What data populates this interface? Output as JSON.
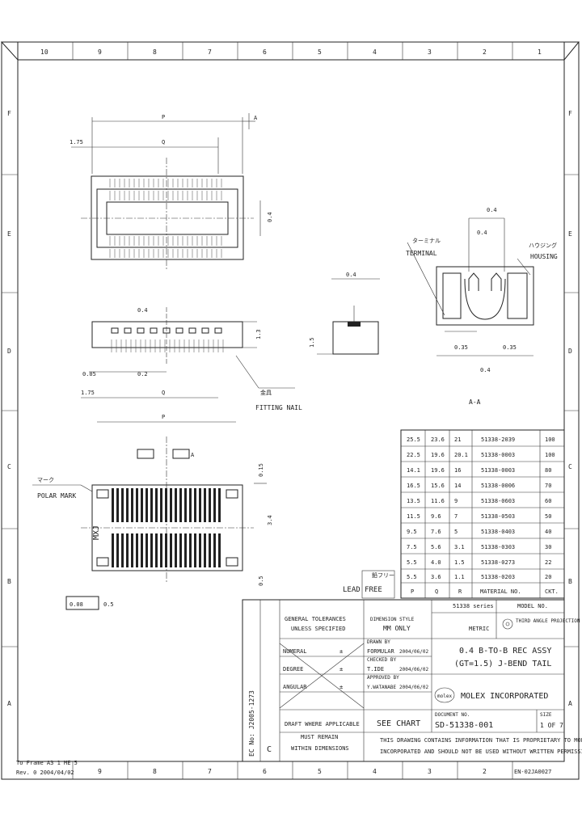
{
  "zones": {
    "columns": [
      "10",
      "9",
      "8",
      "7",
      "6",
      "5",
      "4",
      "3",
      "2",
      "1"
    ],
    "rows": [
      "F",
      "E",
      "D",
      "C",
      "B",
      "A"
    ]
  },
  "dims": {
    "top_p": "P",
    "top_q": "Q",
    "top_offset": "1.75",
    "top_width": "0.4",
    "side_pitch": "0.4",
    "side_pitch2": "0.2",
    "side_q": "Q",
    "side_offset": "0.05",
    "side_p": "P",
    "side_h": "1.3",
    "bot_tol": "0.15",
    "mid_height": "0.5",
    "mid_h2": "1.5",
    "mid_width": "3.4",
    "cs_width": "0.4",
    "cs_l1": "0.35",
    "cs_l2": "0.35",
    "cs_l3": "0.4",
    "flatness": "0.08"
  },
  "labels": {
    "view_a": "A",
    "section_a": "A-A",
    "fitting_nail_jp": "金具",
    "fitting_nail": "FITTING NAIL",
    "terminal_jp": "ターミナル",
    "terminal": "TERMINAL",
    "housing_jp": "ハウジング",
    "housing": "HOUSING",
    "mark_jp": "マーク",
    "polar_mark": "POLAR MARK",
    "lead_free_jp": "鉛フリー",
    "lead_free": "LEAD FREE",
    "molex_mark": "MXJ"
  },
  "table": {
    "header": [
      "P",
      "Q",
      "R",
      "MATERIAL NO.",
      "CKT."
    ],
    "rows": [
      [
        "25.5",
        "23.6",
        "21",
        "51338-2039",
        "100"
      ],
      [
        "22.5",
        "19.6",
        "20.1",
        "51338-0003",
        "100"
      ],
      [
        "14.1",
        "19.6",
        "16",
        "51338-0003",
        "80"
      ],
      [
        "16.5",
        "15.6",
        "14",
        "51338-0006",
        "70"
      ],
      [
        "13.5",
        "11.6",
        "9",
        "51338-0603",
        "60"
      ],
      [
        "11.5",
        "9.6",
        "7",
        "51338-0503",
        "50"
      ],
      [
        "9.5",
        "7.6",
        "5",
        "51338-0403",
        "40"
      ],
      [
        "7.5",
        "5.6",
        "3.1",
        "51338-0303",
        "30"
      ],
      [
        "5.5",
        "4.0",
        "1.5",
        "51338-0273",
        "22"
      ],
      [
        "5.5",
        "3.6",
        "1.1",
        "51338-0203",
        "20"
      ]
    ]
  },
  "title_block": {
    "tolerance_title": "GENERAL TOLERANCES",
    "tolerance_sub": "UNLESS SPECIFIED",
    "dim_style_label": "DIMENSION STYLE",
    "dim_style": "MM ONLY",
    "tol_rows": [
      {
        "label": "NUMERAL",
        "sym": "±"
      },
      {
        "label": "DEGREE",
        "sym": "±"
      },
      {
        "label": "ANGULAR",
        "sym": "±"
      }
    ],
    "drawn_by_label": "DRAWN BY",
    "drawn_by": "FORMULAR",
    "drawn_date": "2004/06/02",
    "checked_by_label": "CHECKED BY",
    "checked_by": "T.IDE",
    "checked_date": "2004/06/02",
    "approved_by_label": "APPROVED BY",
    "approved_by": "Y.WATANABE",
    "approved_date": "2004/06/02",
    "see_chart": "SEE CHART",
    "draft_note": "DRAFT WHERE APPLICABLE",
    "must_remain": "MUST REMAIN",
    "within_dims": "WITHIN DIMENSIONS",
    "series_label": "51338 series",
    "units": "METRIC",
    "projection": "THIRD ANGLE PROJECTION",
    "model_no": "MODEL NO.",
    "title_line1": "0.4 B-TO-B REC ASSY",
    "title_line2": "(GT=1.5) J-BEND TAIL",
    "company": "MOLEX INCORPORATED",
    "logo": "molex",
    "doc_no_label": "DOCUMENT NO.",
    "doc_no": "SD-51338-001",
    "sheet": "1 OF 7",
    "rev_letter": "C",
    "rev_history": "EC No: J2005-1273",
    "proprietary1": "THIS DRAWING CONTAINS INFORMATION THAT IS PROPRIETARY TO MOLEX",
    "proprietary2": "INCORPORATED AND SHOULD NOT BE USED WITHOUT WRITTEN PERMISSION",
    "size_label": "SIZE"
  },
  "footer": {
    "left1": "To Frame A3 1 ME 5",
    "left2": "Rev. 0 2004/04/02",
    "right": "EN-02JA0027"
  }
}
